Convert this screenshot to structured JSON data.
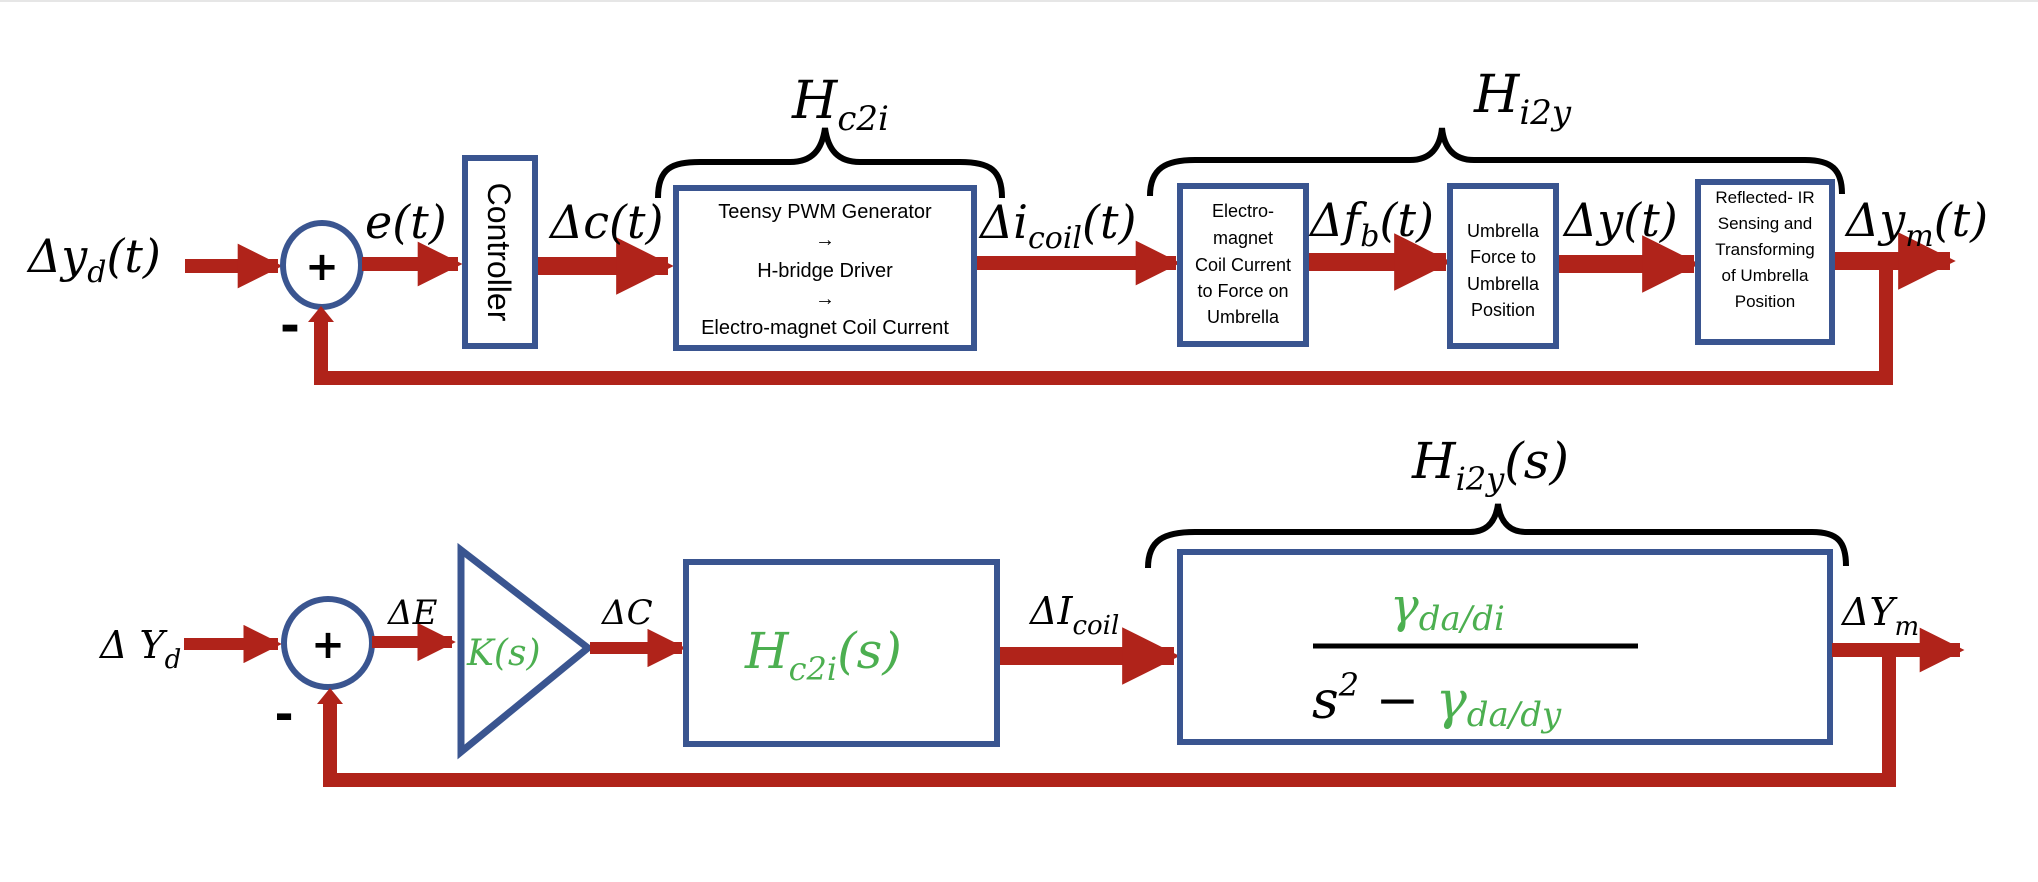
{
  "colors": {
    "signal": "#b0231a",
    "block": "#3a5590",
    "brace": "#000000",
    "tf": "#4caf50"
  },
  "top_diagram": {
    "input_label": "Δy_d(t)",
    "sum_plus": "+",
    "sum_minus": "-",
    "error_label": "e(t)",
    "controller_label": "Controller",
    "control_label": "Δc(t)",
    "hc2i_brace_label": "H_c2i",
    "hc2i_block_lines": [
      "Teensy PWM Generator",
      "→",
      "H-bridge Driver",
      "→",
      "Electro-magnet Coil Current"
    ],
    "coil_label": "Δi_coil(t)",
    "hi2y_brace_label": "H_i2y",
    "force_block_lines": [
      "Electro-",
      "magnet",
      "Coil Current",
      "to Force on",
      "Umbrella"
    ],
    "force_label": "Δf_b(t)",
    "position_block_lines": [
      "Umbrella",
      "Force to",
      "Umbrella",
      "Position"
    ],
    "position_label": "Δy(t)",
    "sensing_block_lines": [
      "Reflected- IR",
      "Sensing and",
      "Transforming",
      "of Umbrella",
      "Position"
    ],
    "output_label": "Δy_m(t)"
  },
  "bottom_diagram": {
    "input_label": "Δ Y_d",
    "sum_plus": "+",
    "sum_minus": "-",
    "error_label": "ΔE",
    "gain_label": "K(s)",
    "control_label": "ΔC",
    "hc2i_label": "H_c2i(s)",
    "coil_label": "ΔI_coil",
    "hi2y_brace_label": "H_i2y(s)",
    "tf_numerator": "γ_da/di",
    "tf_denominator_s": "s",
    "tf_denominator_exp": "2",
    "tf_denominator_minus": "−",
    "tf_denominator_gamma": "γ_da/dy",
    "output_label": "ΔY_m"
  }
}
